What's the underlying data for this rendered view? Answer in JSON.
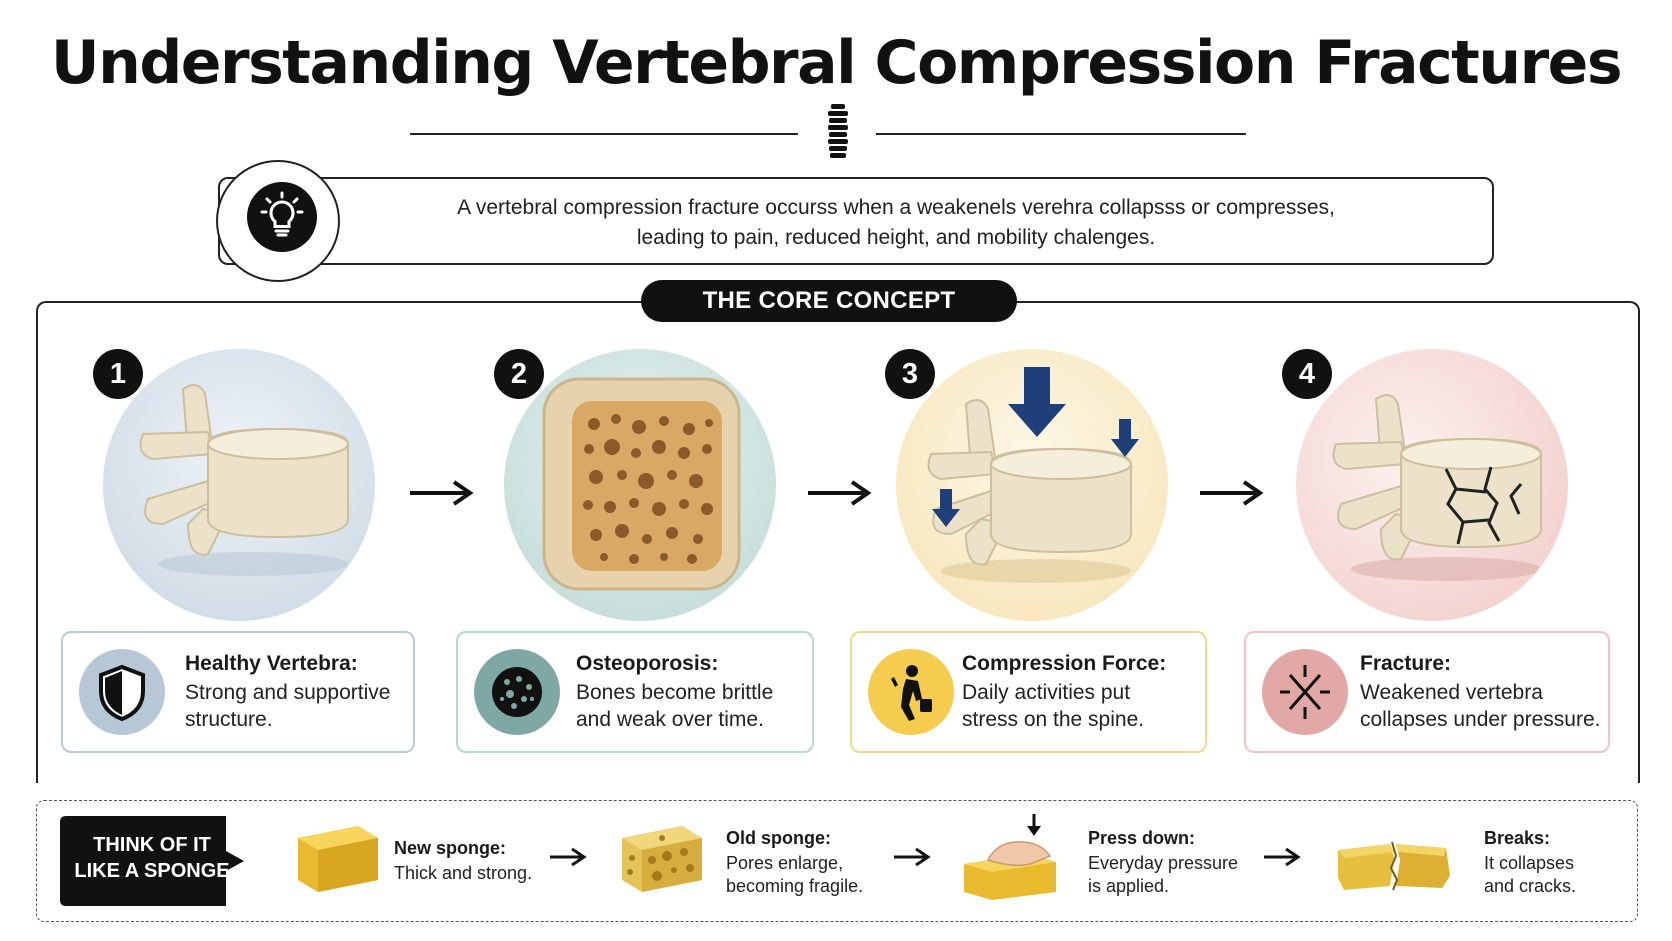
{
  "title": "Understanding Vertebral Compression Fractures",
  "intro": {
    "icon": "lightbulb-icon",
    "line1": "A vertebral compression fracture occurss when a weakenels verehra collapsss or compresses,",
    "line2": "leading to pain, reduced height, and mobility chalenges."
  },
  "core_concept": {
    "label": "THE CORE CONCEPT",
    "steps": [
      {
        "number": "1",
        "title": "Healthy Vertebra:",
        "line1": "Strong and supportive",
        "line2": "structure.",
        "icon": "shield-icon",
        "tint": "#dce6ee",
        "card_border": "#b9cbd8",
        "icon_bg": "#b7c7d6"
      },
      {
        "number": "2",
        "title": "Osteoporosis:",
        "line1": "Bones become brittle",
        "line2": "and weak over time.",
        "icon": "porous-bone-icon",
        "tint": "#d7e8e6",
        "card_border": "#b9d6d3",
        "icon_bg": "#7fa8a4"
      },
      {
        "number": "3",
        "title": "Compression Force:",
        "line1": "Daily activities put",
        "line2": "stress on the spine.",
        "icon": "person-lifting-icon",
        "tint": "#fbf0d6",
        "card_border": "#f0d889",
        "icon_bg": "#f5cc4e"
      },
      {
        "number": "4",
        "title": "Fracture:",
        "line1": "Weakened vertebra",
        "line2": "collapses under pressure.",
        "icon": "crack-icon",
        "tint": "#f7e2e0",
        "card_border": "#efc4c4",
        "icon_bg": "#e2a8a6"
      }
    ]
  },
  "sponge": {
    "label_line1": "THINK OF IT",
    "label_line2": "LIKE A SPONGE",
    "items": [
      {
        "title": "New sponge:",
        "line1": "Thick and strong.",
        "line2": "",
        "icon": "new-sponge-icon"
      },
      {
        "title": "Old sponge:",
        "line1": "Pores enlarge,",
        "line2": "becoming fragile.",
        "icon": "old-sponge-icon"
      },
      {
        "title": "Press down:",
        "line1": "Everyday pressure",
        "line2": "is applied.",
        "icon": "pressed-sponge-icon"
      },
      {
        "title": "Breaks:",
        "line1": "It collapses",
        "line2": "and cracks.",
        "icon": "broken-sponge-icon"
      }
    ]
  },
  "colors": {
    "accent_blue": "#1f3f7a",
    "sponge_yellow": "#f2c94c",
    "bone": "#ece2c9"
  }
}
